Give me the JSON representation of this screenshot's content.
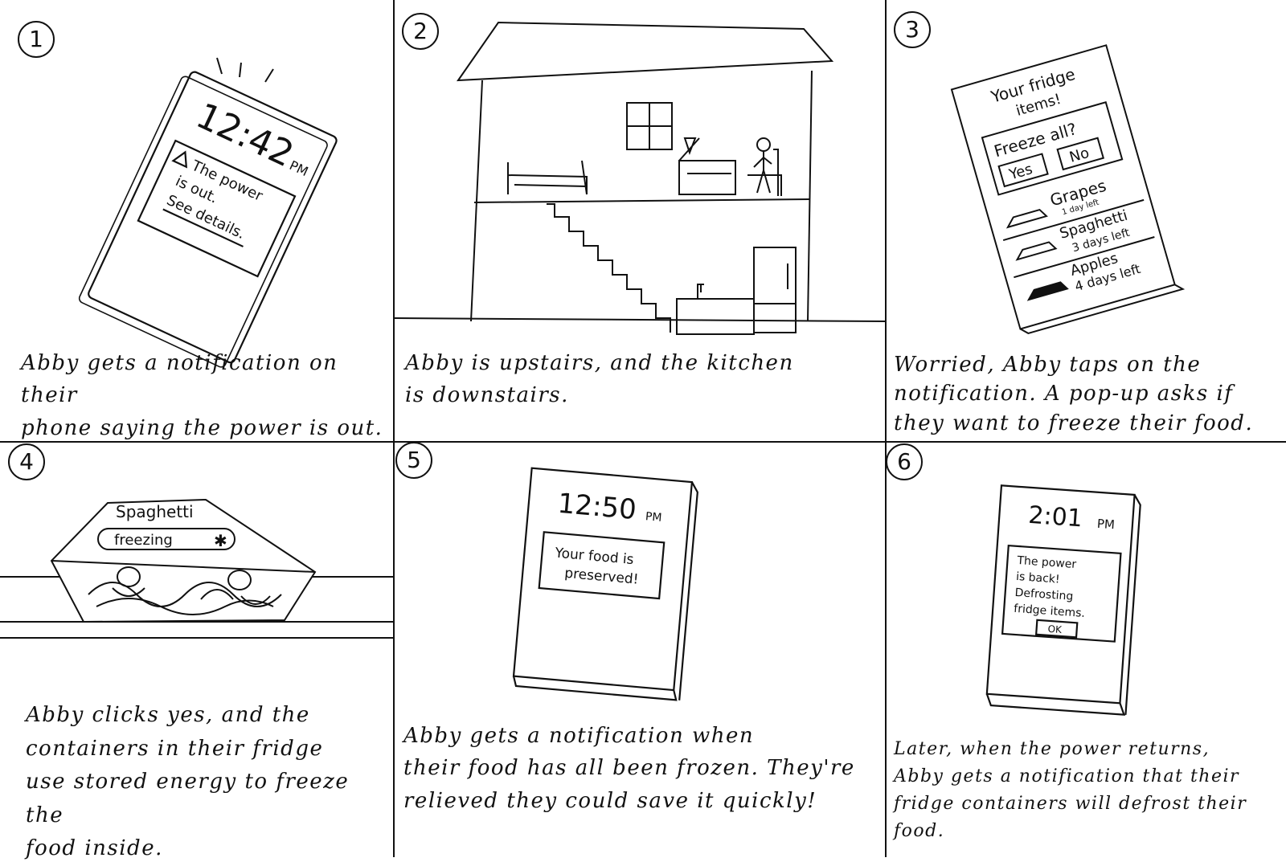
{
  "panels": [
    {
      "number": "1",
      "caption": "Abby gets a notification on their\nphone saying the power is out.",
      "phone": {
        "time": "12:42",
        "ampm": "PM",
        "lines": [
          "The power",
          "is out.",
          "See details."
        ]
      }
    },
    {
      "number": "2",
      "caption": "Abby is upstairs, and the kitchen\nis downstairs."
    },
    {
      "number": "3",
      "caption": "Worried, Abby taps on the\nnotification. A pop-up asks if\nthey want to freeze their food.",
      "app": {
        "title_lines": [
          "Your fridge",
          "items!"
        ],
        "question": "Freeze all?",
        "yes_label": "Yes",
        "no_label": "No",
        "items": [
          {
            "name": "Grapes",
            "note": "1 day left"
          },
          {
            "name": "Spaghetti",
            "note": "3 days left"
          },
          {
            "name": "Apples",
            "note": "4 days left"
          }
        ]
      }
    },
    {
      "number": "4",
      "caption": "Abby clicks yes, and the\ncontainers in their fridge\nuse stored energy to freeze the\nfood inside.",
      "container": {
        "label": "Spaghetti",
        "status": "freezing",
        "status_icon": "snowflake"
      }
    },
    {
      "number": "5",
      "caption": "Abby gets a notification when\ntheir food has all been frozen. They're\nrelieved they could save it quickly!",
      "phone": {
        "time": "12:50",
        "ampm": "PM",
        "lines": [
          "Your food is",
          "preserved!"
        ]
      }
    },
    {
      "number": "6",
      "caption": "Later, when the power returns,\nAbby gets a notification that their\nfridge containers will defrost their food.",
      "phone": {
        "time": "2:01",
        "ampm": "PM",
        "lines": [
          "The power",
          "is back!",
          "Defrosting",
          "fridge items."
        ],
        "ok_label": "OK"
      }
    }
  ]
}
